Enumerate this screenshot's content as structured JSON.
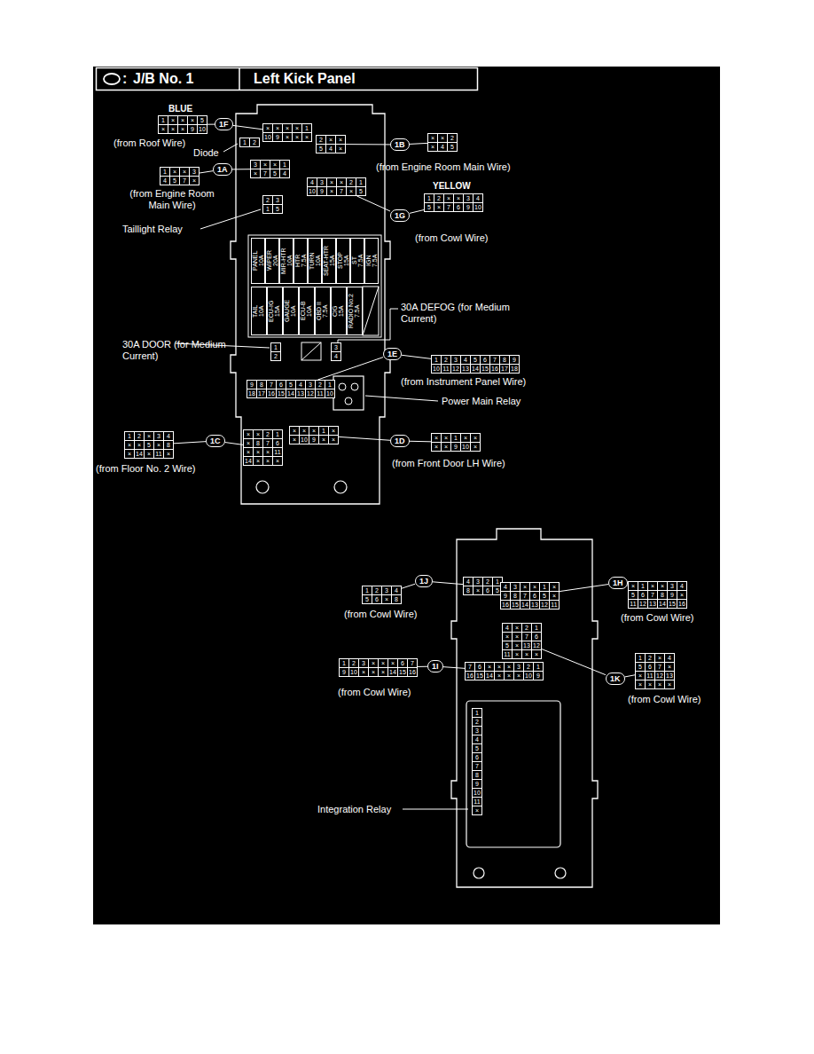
{
  "diagram": {
    "title": "J/B No. 1",
    "nodes": [
      {
        "text": [
          "1F"
        ]
      },
      {
        "text": [
          "1",
          "×",
          "×",
          "×",
          "5",
          "×",
          "×",
          "×",
          "9",
          "10"
        ]
      },
      {
        "text": [
          "×",
          "×",
          "×",
          "×",
          "1",
          "10",
          "9",
          "×",
          "×",
          "×"
        ]
      },
      {
        "text": [
          "2",
          "×",
          "×",
          "5",
          "4",
          "×"
        ]
      },
      {
        "text": [
          "1B"
        ]
      },
      {
        "text": [
          "×",
          "×",
          "2",
          "×",
          "4",
          "5"
        ]
      },
      {
        "text": [
          "1",
          "2"
        ]
      },
      {
        "text": [
          "1A"
        ]
      },
      {
        "text": [
          "3",
          "×",
          "×",
          "1",
          "×",
          "7",
          "5",
          "4"
        ]
      },
      {
        "text": [
          "1",
          "×",
          "×",
          "3",
          "4",
          "5",
          "7",
          "×"
        ]
      },
      {
        "text": [
          "2",
          "3",
          "1",
          "5"
        ]
      },
      {
        "text": [
          "4",
          "3",
          "×",
          "×",
          "2",
          "1",
          "10",
          "9",
          "×",
          "7",
          "×",
          "5"
        ]
      },
      {
        "text": [
          "1G"
        ]
      },
      {
        "text": [
          "1",
          "2",
          "×",
          "×",
          "3",
          "4",
          "5",
          "×",
          "7",
          "6",
          "9",
          "10"
        ]
      },
      {
        "text": [
          "PANEL",
          "10A"
        ]
      },
      {
        "text": [
          "WIPER",
          "20A"
        ]
      },
      {
        "text": [
          "MIR-HTR",
          "10A"
        ]
      },
      {
        "text": [
          "HTR",
          "7.5A"
        ]
      },
      {
        "text": [
          "TURN",
          "10A"
        ]
      },
      {
        "text": [
          "SEAT-HTR",
          "15A"
        ]
      },
      {
        "text": [
          "STOP",
          "15A"
        ]
      },
      {
        "text": [
          "ST",
          "7.5A"
        ]
      },
      {
        "text": [
          "IGN",
          "7.5A"
        ]
      },
      {
        "text": [
          "TAIL",
          "10A"
        ]
      },
      {
        "text": [
          "ECU-IG",
          "15A"
        ]
      },
      {
        "text": [
          "GAUGE",
          "10A"
        ]
      },
      {
        "text": [
          "ECU-B",
          "10A"
        ]
      },
      {
        "text": [
          "OBD II",
          "7.5A"
        ]
      },
      {
        "text": [
          "CIG",
          "15A"
        ]
      },
      {
        "text": [
          "RADIO No.2",
          "7.5A"
        ]
      },
      {
        "text": [
          "1",
          "2"
        ]
      },
      {
        "text": [
          "3",
          "4"
        ]
      },
      {
        "text": [
          "1E"
        ]
      },
      {
        "text": [
          "9",
          "8",
          "7",
          "6",
          "5",
          "4",
          "3",
          "2",
          "1",
          "18",
          "17",
          "16",
          "15",
          "14",
          "13",
          "12",
          "11",
          "10"
        ]
      },
      {
        "text": [
          "1",
          "2",
          "3",
          "4",
          "5",
          "6",
          "7",
          "8",
          "9",
          "10",
          "11",
          "12",
          "13",
          "14",
          "15",
          "16",
          "17",
          "18"
        ]
      },
      {
        "text": [
          "×",
          "×",
          "2",
          "1",
          "×",
          "8",
          "7",
          "6",
          "×",
          "×",
          "×",
          "11",
          "14",
          "×",
          "×",
          "×"
        ]
      },
      {
        "text": [
          "1C"
        ]
      },
      {
        "text": [
          "1",
          "2",
          "×",
          "3",
          "4",
          "×",
          "×",
          "5",
          "×",
          "8",
          "×",
          "14",
          "×",
          "11",
          "×"
        ]
      },
      {
        "text": [
          "×",
          "×",
          "×",
          "1",
          "×",
          "×",
          "10",
          "9",
          "×",
          "×"
        ]
      },
      {
        "text": [
          "1D"
        ]
      },
      {
        "text": [
          "×",
          "×",
          "1",
          "×",
          "×",
          "×",
          "×",
          "9",
          "10",
          "×"
        ]
      },
      {
        "text": [
          "1",
          "2",
          "3",
          "4",
          "5",
          "6",
          "×",
          "8"
        ]
      },
      {
        "text": [
          "1J"
        ]
      },
      {
        "text": [
          "4",
          "3",
          "2",
          "1",
          "8",
          "×",
          "6",
          "5"
        ]
      },
      {
        "text": [
          "4",
          "3",
          "×",
          "×",
          "1",
          "×",
          "9",
          "8",
          "7",
          "6",
          "5",
          "×",
          "16",
          "15",
          "14",
          "13",
          "12",
          "11"
        ]
      },
      {
        "text": [
          "1H"
        ]
      },
      {
        "text": [
          "×",
          "1",
          "×",
          "×",
          "3",
          "4",
          "5",
          "6",
          "7",
          "8",
          "9",
          "×",
          "11",
          "12",
          "13",
          "14",
          "15",
          "16"
        ]
      },
      {
        "text": [
          "4",
          "×",
          "2",
          "1",
          "×",
          "×",
          "7",
          "6",
          "5",
          "×",
          "13",
          "12",
          "11",
          "×",
          "×",
          "×"
        ]
      },
      {
        "text": [
          "1K"
        ]
      },
      {
        "text": [
          "1",
          "2",
          "×",
          "4",
          "5",
          "6",
          "7",
          "×",
          "×",
          "11",
          "12",
          "13",
          "×",
          "×",
          "×",
          "×"
        ]
      },
      {
        "text": [
          "1",
          "2",
          "3",
          "×",
          "×",
          "×",
          "6",
          "7",
          "9",
          "10",
          "×",
          "×",
          "×",
          "14",
          "15",
          "16"
        ]
      },
      {
        "text": [
          "1I"
        ]
      },
      {
        "text": [
          "7",
          "6",
          "×",
          "×",
          "×",
          "3",
          "2",
          "1",
          "16",
          "15",
          "14",
          "×",
          "×",
          "×",
          "10",
          "9"
        ]
      },
      {
        "text": [
          "1",
          "2",
          "3",
          "4",
          "5",
          "6",
          "7",
          "8",
          "9",
          "10",
          "11",
          "×"
        ]
      }
    ],
    "edges": [
      {
        "from": 0,
        "to": 1,
        "arrow": "none"
      },
      {
        "from": 0,
        "to": 2,
        "arrow": "none"
      },
      {
        "from": 4,
        "to": 3,
        "arrow": "none"
      },
      {
        "from": 4,
        "to": 5,
        "arrow": "none"
      },
      {
        "from": 7,
        "to": 8,
        "arrow": "none"
      },
      {
        "from": 7,
        "to": 9,
        "arrow": "none"
      },
      {
        "from": 12,
        "to": 11,
        "arrow": "none"
      },
      {
        "from": 12,
        "to": 13,
        "arrow": "none"
      },
      {
        "from": 32,
        "to": 33,
        "arrow": "none"
      },
      {
        "from": 32,
        "to": 34,
        "arrow": "none"
      },
      {
        "from": 36,
        "to": 35,
        "arrow": "none"
      },
      {
        "from": 36,
        "to": 37,
        "arrow": "none"
      },
      {
        "from": 39,
        "to": 38,
        "arrow": "none"
      },
      {
        "from": 39,
        "to": 40,
        "arrow": "none"
      },
      {
        "from": 42,
        "to": 41,
        "arrow": "none"
      },
      {
        "from": 42,
        "to": 43,
        "arrow": "none"
      },
      {
        "from": 45,
        "to": 44,
        "arrow": "none"
      },
      {
        "from": 45,
        "to": 46,
        "arrow": "none"
      },
      {
        "from": 48,
        "to": 47,
        "arrow": "none"
      },
      {
        "from": 48,
        "to": 49,
        "arrow": "none"
      },
      {
        "from": 51,
        "to": 50,
        "arrow": "none"
      },
      {
        "from": 51,
        "to": 52,
        "arrow": "none"
      }
    ],
    "labels": [
      ":",
      "Left Kick Panel",
      "BLUE",
      "(from Roof Wire)",
      "Diode",
      "(from Engine Room Main Wire)",
      "(from Engine Room Main Wire)",
      "YELLOW",
      "Taillight Relay",
      "(from Cowl Wire)",
      "30A DEFOG (for Medium Current)",
      "30A DOOR (for Medium Current)",
      "(from Instrument Panel Wire)",
      "Power Main Relay",
      "(from Floor No. 2 Wire)",
      "(from Front Door LH Wire)",
      "(from Cowl Wire)",
      "(from Cowl Wire)",
      "(from Cowl Wire)",
      "(from Cowl Wire)",
      "Integration Relay"
    ]
  }
}
